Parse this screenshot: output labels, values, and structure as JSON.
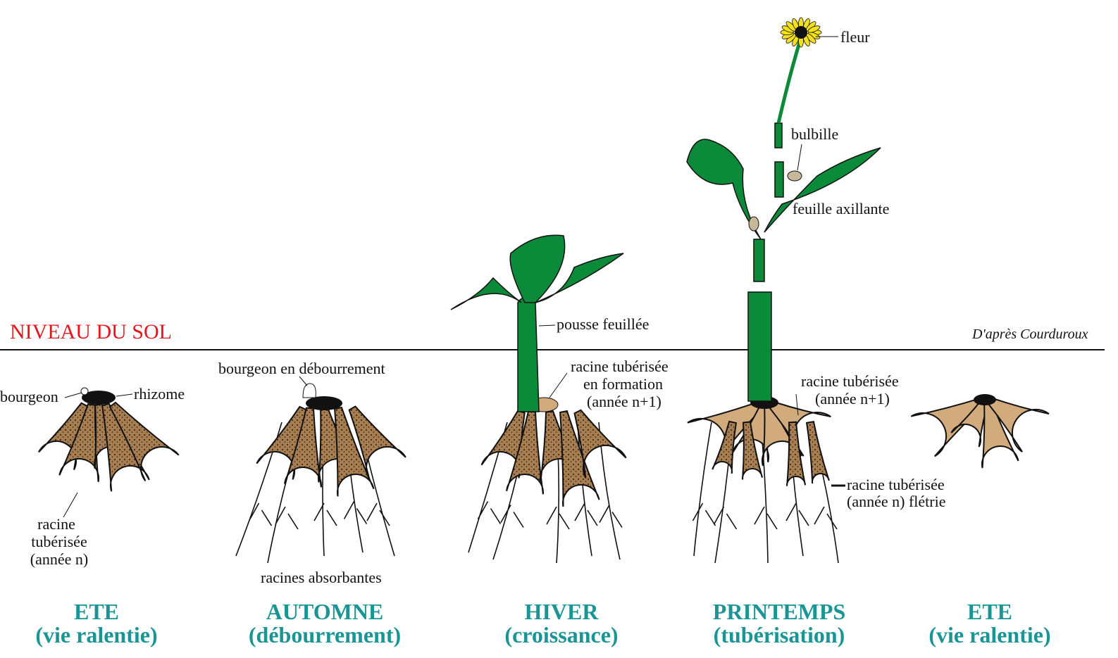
{
  "title": "Cycle annuel du topinambour",
  "ground_label": "NIVEAU DU SOL",
  "credit": "D'après Courduroux",
  "colors": {
    "season": "#1a9595",
    "ground_label": "#e8141a",
    "stem": "#0b8a3a",
    "tuber_dotted": "#a77d52",
    "tuber_smooth": "#d2ab7c",
    "flower": "#f5e11a"
  },
  "stages": [
    {
      "season": "ETE",
      "phase": "(vie ralentie)",
      "labels": {
        "bourgeon": "bourgeon",
        "rhizome": "rhizome",
        "racine_1": "racine",
        "racine_2": "tubérisée",
        "racine_3": "(année n)"
      }
    },
    {
      "season": "AUTOMNE",
      "phase": "(débourrement)",
      "labels": {
        "bourgeon": "bourgeon en débourrement",
        "racines": "racines absorbantes"
      }
    },
    {
      "season": "HIVER",
      "phase": "(croissance)",
      "labels": {
        "pousse": "pousse feuillée",
        "racine_1": "racine tubérisée",
        "racine_2": "en formation",
        "racine_3": "(année n+1)"
      }
    },
    {
      "season": "PRINTEMPS",
      "phase": "(tubérisation)",
      "labels": {
        "fleur": "fleur",
        "bulbille": "bulbille",
        "feuille": "feuille axillante",
        "racine_new_1": "racine tubérisée",
        "racine_new_2": "(année n+1)",
        "racine_old_1": "racine tubérisée",
        "racine_old_2": "(année n) flétrie"
      }
    },
    {
      "season": "ETE",
      "phase": "(vie ralentie)",
      "labels": {}
    }
  ]
}
